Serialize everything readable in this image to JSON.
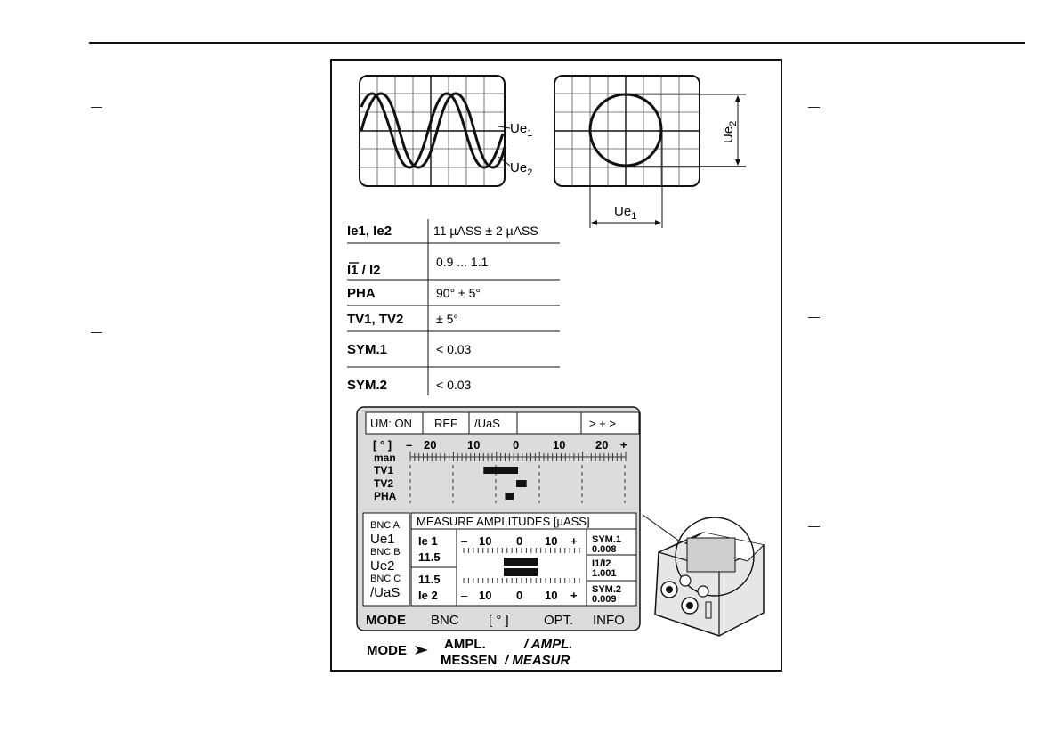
{
  "oscilloscope": {
    "signal1": "Ue",
    "signal1_sub": "1",
    "signal2": "Ue",
    "signal2_sub": "2"
  },
  "spec_table": [
    {
      "label": "Ie1, Ie2",
      "value": "11 µASS ± 2 µASS"
    },
    {
      "label": "I1 / I2",
      "value": "0.9 ... 1.1"
    },
    {
      "label": "PHA",
      "value": "90° ± 5°"
    },
    {
      "label": "TV1, TV2",
      "value": "± 5°"
    },
    {
      "label": "SYM.1",
      "value": "< 0.03"
    },
    {
      "label": "SYM.2",
      "value": "< 0.03"
    }
  ],
  "display": {
    "top_bar": {
      "um": "UM: ON",
      "ref": "REF",
      "uas": "/UaS",
      "blank": "",
      "nav": "> + >"
    },
    "scale": {
      "unit": "[ ° ]",
      "minus": "–",
      "t20a": "20",
      "t10a": "10",
      "t0": "0",
      "t10b": "10",
      "t20b": "20",
      "plus": "+"
    },
    "rows": [
      "man",
      "TV1",
      "TV2",
      "PHA"
    ],
    "bars": {
      "TV1": [
        -8,
        0
      ],
      "TV2": [
        -0.4,
        2
      ],
      "PHA": [
        -3,
        -1
      ]
    },
    "bnc": {
      "a_label": "BNC A",
      "a_value": "Ue1",
      "b_label": "BNC B",
      "b_value": "Ue2",
      "c_label": "BNC C",
      "c_value": "/UaS"
    },
    "measure_title": "MEASURE AMPLITUDES [µASS]",
    "ie1_label": "Ie 1",
    "ie1_value": "11.5",
    "ie2_value": "11.5",
    "ie2_label": "Ie 2",
    "inner_scale": {
      "minus": "–",
      "left": "10",
      "mid": "0",
      "right": "10",
      "plus": "+"
    },
    "sym1_label": "SYM.1",
    "sym1_value": "0.008",
    "ratio_label": "I1/I2",
    "ratio_value": "1.001",
    "sym2_label": "SYM.2",
    "sym2_value": "0.009",
    "menu": [
      "MODE",
      "BNC",
      "[ ° ]",
      "OPT.",
      "INFO"
    ]
  },
  "footer": {
    "mode": "MODE",
    "line1_de": "AMPL.",
    "line1_en": "/ AMPL.",
    "line2_de": "MESSEN",
    "line2_en": "/ MEASUR"
  }
}
